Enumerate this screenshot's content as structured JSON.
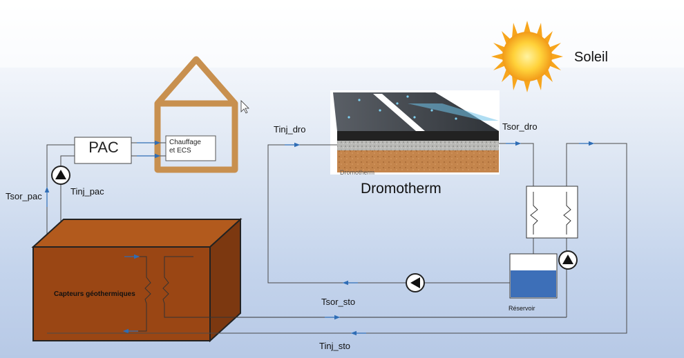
{
  "labels": {
    "soleil": "Soleil",
    "pac": "PAC",
    "chauffage_line1": "Chauffage",
    "chauffage_line2": "et ECS",
    "dromotherm": "Dromotherm",
    "dromotherm_small": "Dromotherm",
    "capteurs": "Capteurs géothermiques",
    "reservoir": "Réservoir"
  },
  "variables": {
    "tinj_dro": "Tinj_dro",
    "tsor_dro": "Tsor_dro",
    "tsor_pac": "Tsor_pac",
    "tinj_pac": "Tinj_pac",
    "tsor_sto": "Tsor_sto",
    "tinj_sto": "Tinj_sto"
  },
  "colors": {
    "pipe": "#4a4a4a",
    "arrow": "#2f6db5",
    "house_wood": "#c8904f",
    "box_front": "#9a4614",
    "box_top": "#b25a1d",
    "box_side": "#7c3810",
    "water": "#3d6fb8",
    "sun": "#f7a51c"
  },
  "icons": [
    "sun-icon",
    "pump-icon",
    "heat-exchanger-icon",
    "house-icon",
    "road-section-icon",
    "cursor-icon"
  ]
}
